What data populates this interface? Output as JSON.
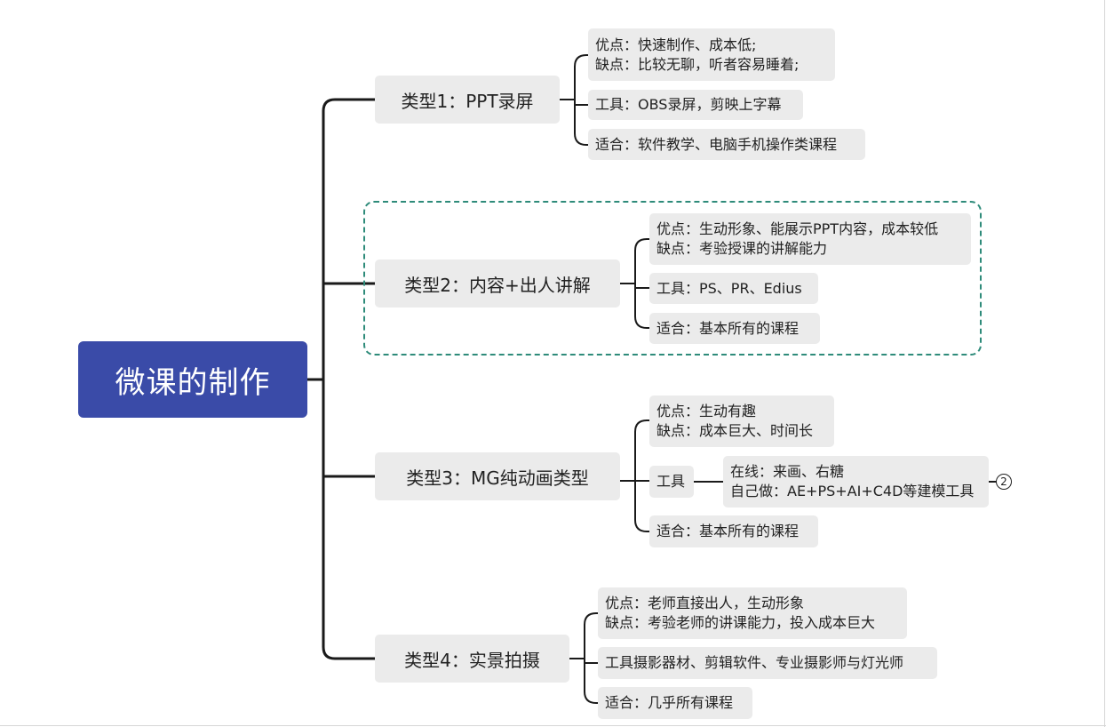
{
  "root": {
    "label": "微课的制作"
  },
  "branches": [
    {
      "label": "类型1：PPT录屏",
      "items": [
        {
          "lines": [
            "优点：快速制作、成本低;",
            "缺点：比较无聊，听者容易睡着;"
          ]
        },
        {
          "lines": [
            "工具：OBS录屏，剪映上字幕"
          ]
        },
        {
          "lines": [
            "适合：软件教学、电脑手机操作类课程"
          ]
        }
      ]
    },
    {
      "label": "类型2：内容+出人讲解",
      "items": [
        {
          "lines": [
            "优点：生动形象、能展示PPT内容，成本较低",
            "缺点：考验授课的讲解能力"
          ]
        },
        {
          "lines": [
            "工具：PS、PR、Edius"
          ]
        },
        {
          "lines": [
            "适合：基本所有的课程"
          ]
        }
      ]
    },
    {
      "label": "类型3：MG纯动画类型",
      "items": [
        {
          "lines": [
            "优点：生动有趣",
            "缺点：成本巨大、时间长"
          ]
        },
        {
          "lines": [
            "工具"
          ],
          "child": {
            "lines": [
              "在线：来画、右糖",
              "自己做：AE+PS+AI+C4D等建模工具"
            ],
            "badge": "2"
          }
        },
        {
          "lines": [
            "适合：基本所有的课程"
          ]
        }
      ]
    },
    {
      "label": "类型4：实景拍摄",
      "items": [
        {
          "lines": [
            "优点：老师直接出人，生动形象",
            "缺点：考验老师的讲课能力，投入成本巨大"
          ]
        },
        {
          "lines": [
            "工具摄影器材、剪辑软件、专业摄影师与灯光师"
          ]
        },
        {
          "lines": [
            "适合：几乎所有课程"
          ]
        }
      ]
    }
  ]
}
